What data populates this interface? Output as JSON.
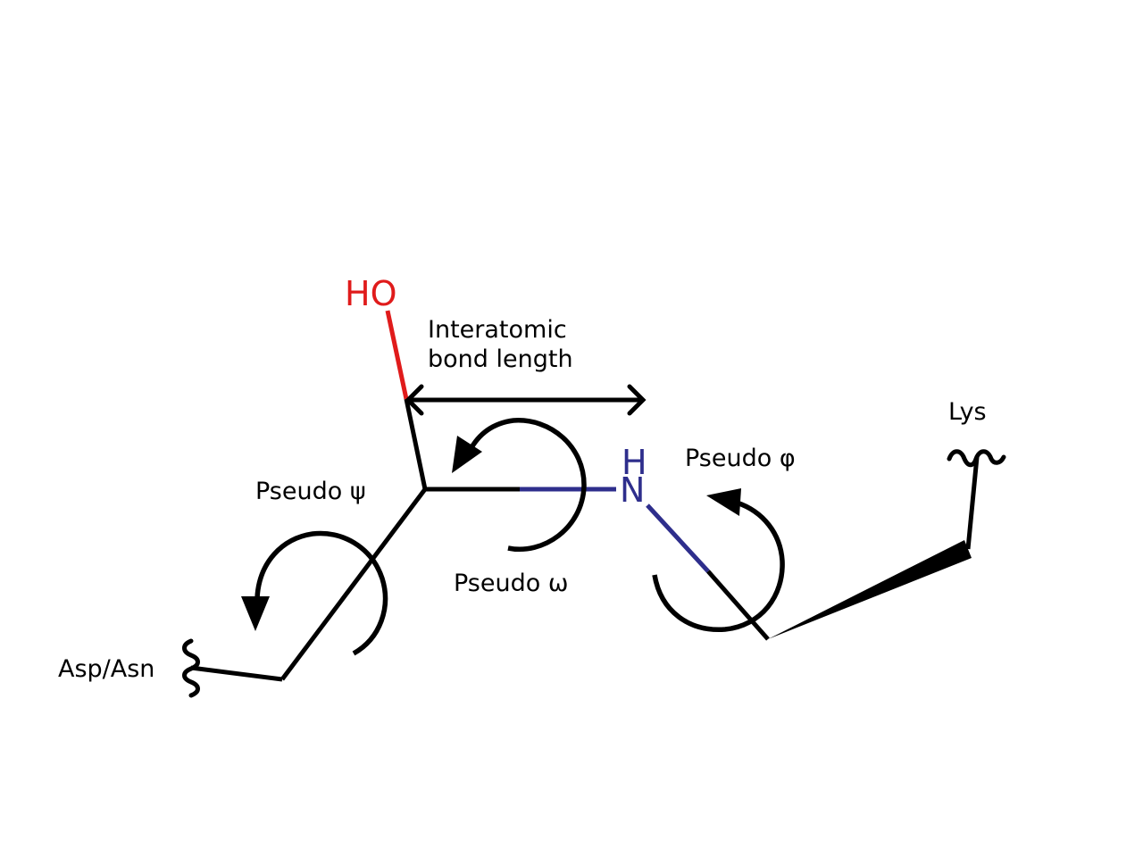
{
  "atoms": {
    "hydroxyl": "HO",
    "amine_h": "H",
    "amine_n": "N"
  },
  "labels": {
    "bond_length_line1": "Interatomic",
    "bond_length_line2": "bond length",
    "pseudo_psi": "Pseudo ψ",
    "pseudo_omega": "Pseudo ω",
    "pseudo_phi": "Pseudo φ",
    "residue_left": "Asp/Asn",
    "residue_right": "Lys"
  },
  "colors": {
    "oxygen": "#e01b1b",
    "nitrogen": "#2e2e8c",
    "carbon": "#000000"
  }
}
